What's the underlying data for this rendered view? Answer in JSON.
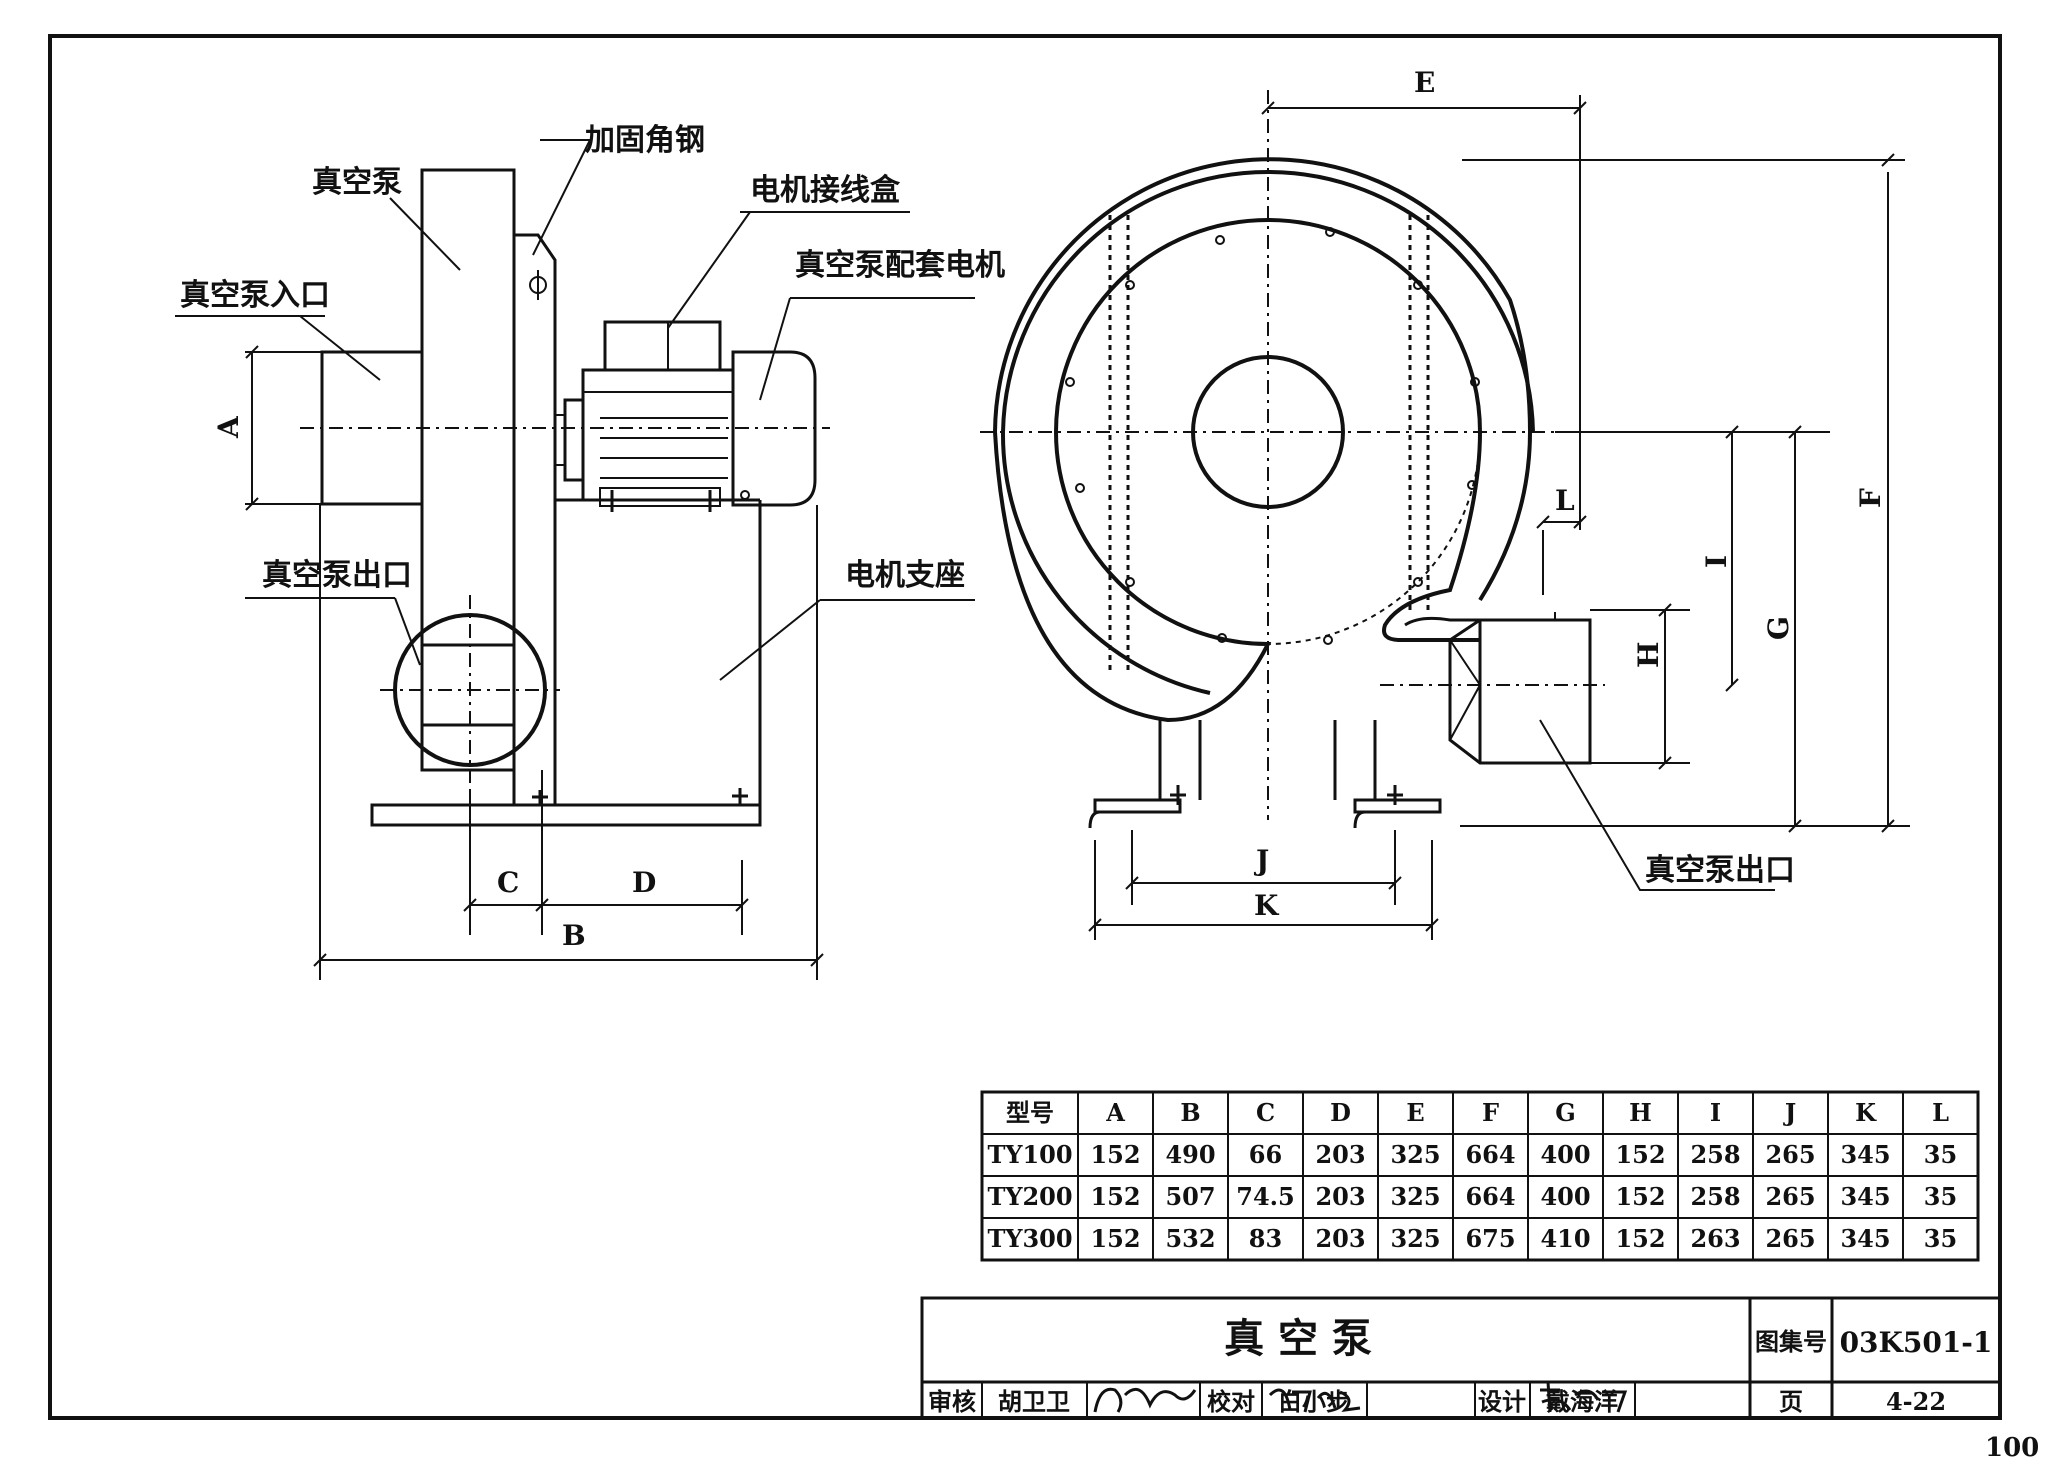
{
  "labels": {
    "pump": "真空泵",
    "reinforcing_angle": "加固角钢",
    "motor_junction_box": "电机接线盒",
    "pump_motor": "真空泵配套电机",
    "pump_inlet": "真空泵入口",
    "pump_outlet_left": "真空泵出口",
    "motor_base": "电机支座",
    "pump_outlet_right": "真空泵出口"
  },
  "dimensions": {
    "A": "A",
    "B": "B",
    "C": "C",
    "D": "D",
    "E": "E",
    "F": "F",
    "G": "G",
    "H": "H",
    "I": "I",
    "J": "J",
    "K": "K",
    "L": "L"
  },
  "table": {
    "headers": [
      "型号",
      "A",
      "B",
      "C",
      "D",
      "E",
      "F",
      "G",
      "H",
      "I",
      "J",
      "K",
      "L"
    ],
    "rows": [
      [
        "TY100",
        "152",
        "490",
        "66",
        "203",
        "325",
        "664",
        "400",
        "152",
        "258",
        "265",
        "345",
        "35"
      ],
      [
        "TY200",
        "152",
        "507",
        "74.5",
        "203",
        "325",
        "664",
        "400",
        "152",
        "258",
        "265",
        "345",
        "35"
      ],
      [
        "TY300",
        "152",
        "532",
        "83",
        "203",
        "325",
        "675",
        "410",
        "152",
        "263",
        "265",
        "345",
        "35"
      ]
    ]
  },
  "title_block": {
    "title": "真 空 泵",
    "atlas_label": "图集号",
    "atlas_number": "03K501-1",
    "review_label": "审核",
    "reviewer": "胡卫卫",
    "reviewer_signature": "胡卫卫",
    "check_label": "校对",
    "checker": "白小步",
    "checker_signature": "白小步",
    "design_label": "设计",
    "designer": "戴海洋",
    "designer_signature": "戴海洋",
    "page_label": "页",
    "page_value": "4-22"
  },
  "sheet_number": "100"
}
